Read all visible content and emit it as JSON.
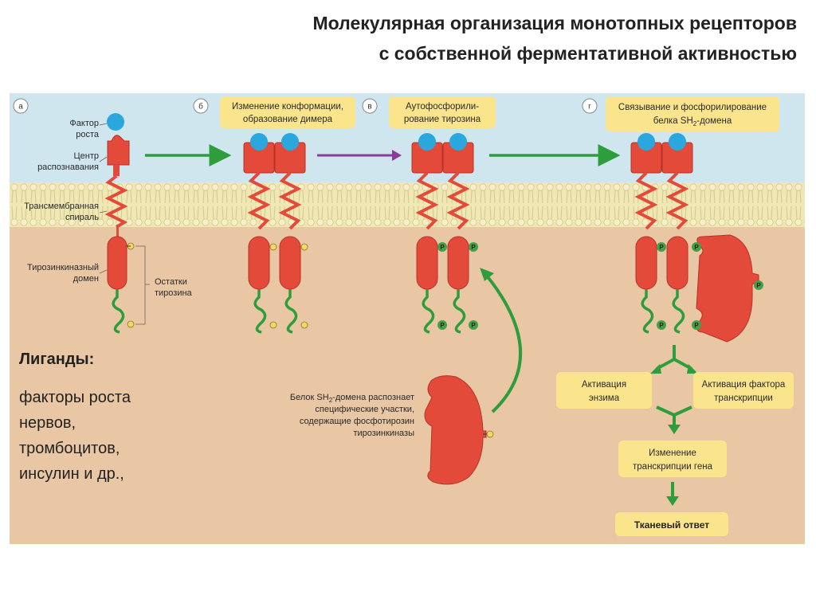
{
  "title": {
    "line1": "Молекулярная организация  монотопных рецепторов",
    "line2": "с собственной ферментативной активностью"
  },
  "panels": {
    "a": "а",
    "b": "б",
    "c": "в",
    "d": "г"
  },
  "labels": {
    "growth_factor_1": "Фактор",
    "growth_factor_2": "роста",
    "recognition_1": "Центр",
    "recognition_2": "распознавания",
    "transmembrane_1": "Трансмембранная",
    "transmembrane_2": "спираль",
    "kinase_1": "Тирозинкиназный",
    "kinase_2": "домен",
    "tyrosine_1": "Остатки",
    "tyrosine_2": "тирозина"
  },
  "steps": {
    "b_line1": "Изменение конформации,",
    "b_line2": "образование димера",
    "c_line1": "Аутофосфорили-",
    "c_line2": "рование тирозина",
    "d_line1": "Связывание и фосфорилирование",
    "d_line2_pre": "белка SH",
    "d_line2_sub": "2",
    "d_line2_post": "-домена"
  },
  "sh2_note": {
    "line1_pre": "Белок SH",
    "line1_sub": "2",
    "line1_post": "-домена распознает",
    "line2": "специфические участки,",
    "line3": "содержащие фосфотирозин",
    "line4": "тирозинкиназы"
  },
  "phospho_label": "P",
  "cascade": {
    "enzyme_1": "Активация",
    "enzyme_2": "энзима",
    "tf_1": "Активация фактора",
    "tf_2": "транскрипции",
    "gene_1": "Изменение",
    "gene_2": "транскрипции гена",
    "response": "Тканевый ответ"
  },
  "ligands": {
    "heading": "Лиганды:",
    "line1": "факторы роста",
    "line2": "нервов,",
    "line3": "тромбоцитов,",
    "line4": "инсулин и др.,"
  },
  "colors": {
    "sky": "#cfe6ef",
    "cytoplasm": "#e9c7a4",
    "membrane": "#efe7b4",
    "receptor": "#e44a3a",
    "ligand": "#2aa7dc",
    "phosphate": "#43a047",
    "tyrosine": "#f3d66a",
    "label_box": "#fbe58c",
    "arrow_green": "#2e9e3c",
    "arrow_purple": "#8a3c98"
  }
}
